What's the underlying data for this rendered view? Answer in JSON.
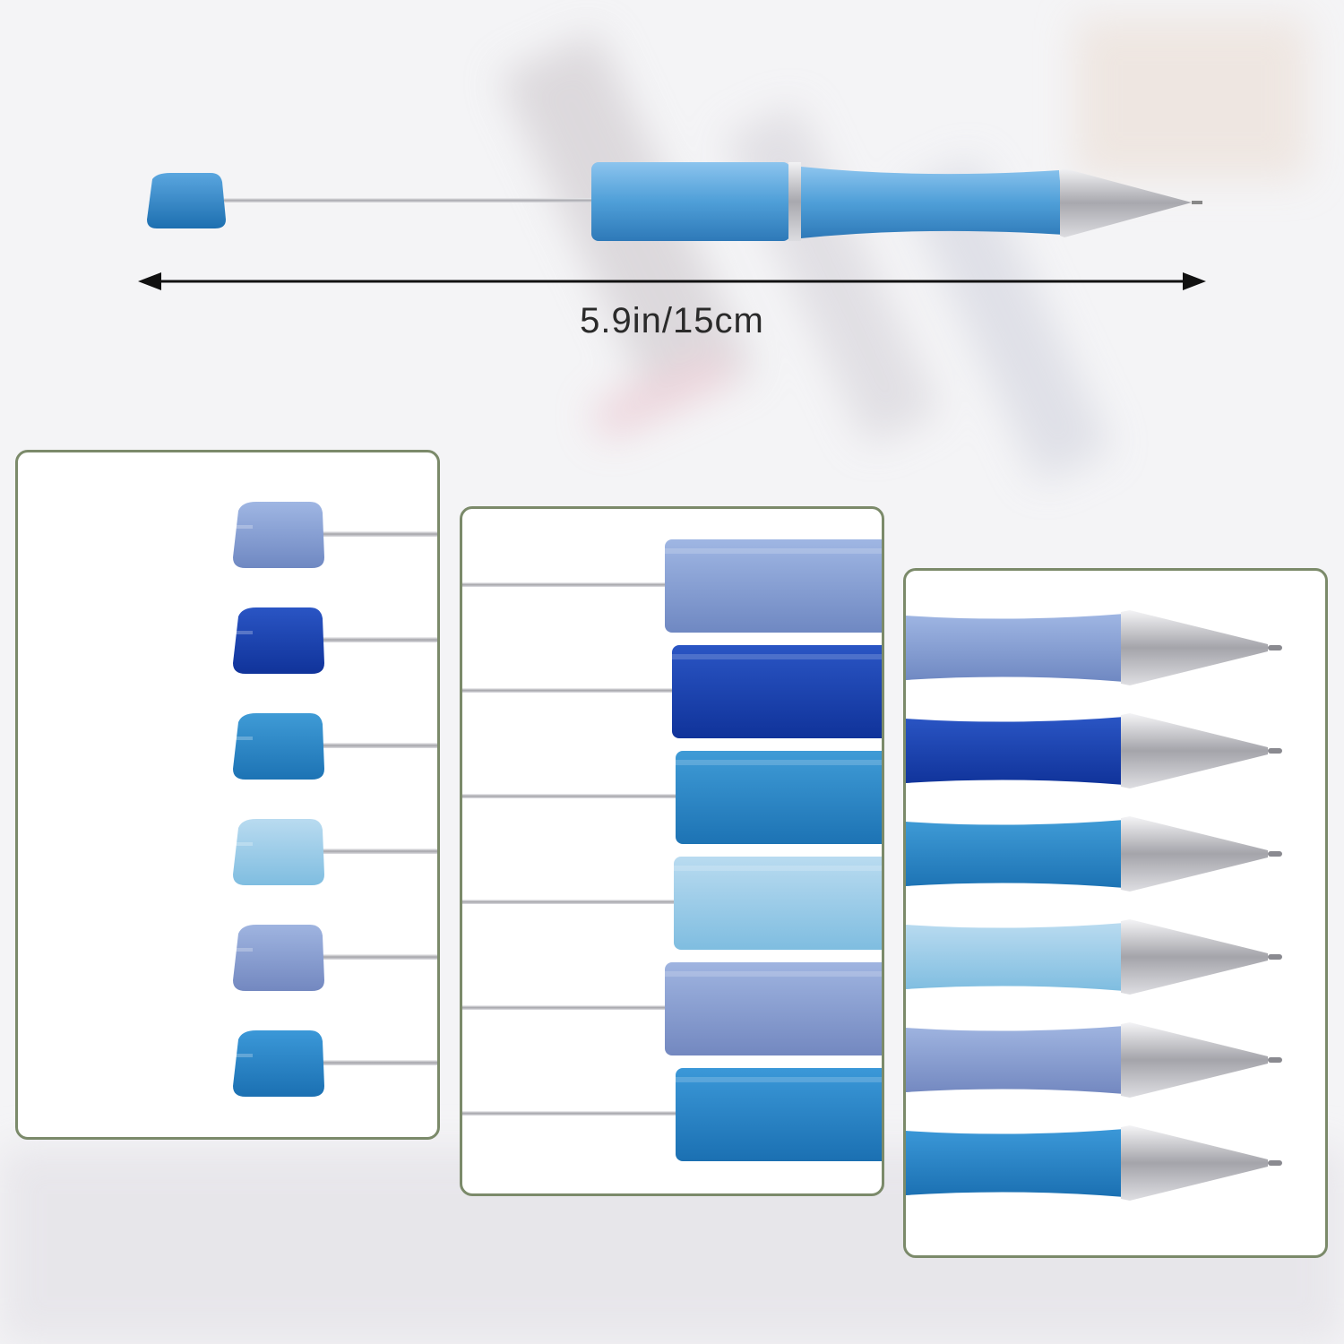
{
  "dimension": {
    "label": "5.9in/15cm"
  },
  "colors": {
    "hero_blue": "#4f9fd8",
    "variants": [
      "#9fb6e3",
      "#2a55c4",
      "#3f9bd6",
      "#b9dbf0",
      "#9fb4e0",
      "#3b98d8"
    ],
    "variants_dark": [
      "#6f88c2",
      "#10339a",
      "#1d73b4",
      "#7fbde0",
      "#7388c0",
      "#1b70b2"
    ],
    "metal": "#c8c8cc",
    "panel_border": "#7b8a6a"
  },
  "panels": [
    {
      "name": "caps",
      "count": 6
    },
    {
      "name": "barrels",
      "count": 6
    },
    {
      "name": "tips",
      "count": 6
    }
  ]
}
